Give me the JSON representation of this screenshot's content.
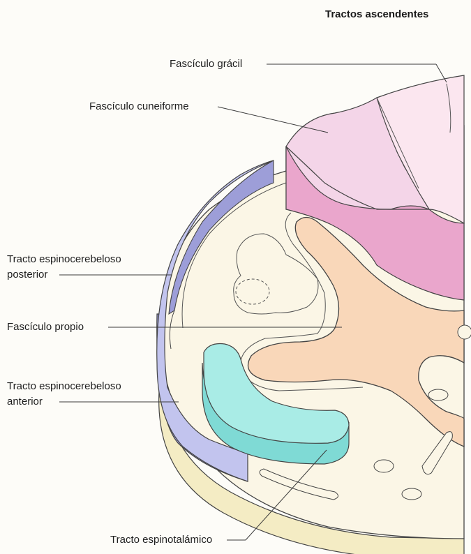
{
  "figure": {
    "title": "Tractos ascendentes",
    "labels": {
      "fasciculo_gracil": "Fascículo grácil",
      "fasciculo_cuneiforme": "Fascículo cuneiforme",
      "tracto_espinocerebeloso_posterior_line1": "Tracto espinocerebeloso",
      "tracto_espinocerebeloso_posterior_line2": "posterior",
      "fasciculo_propio": "Fascículo propio",
      "tracto_espinocerebeloso_anterior_line1": "Tracto espinocerebeloso",
      "tracto_espinocerebeloso_anterior_line2": "anterior",
      "tracto_espinotalamico": "Tracto espinotalámico"
    }
  },
  "colors": {
    "background": "#fdfcf8",
    "cord_base": "#f4ecc4",
    "white_matter": "#fbf6e6",
    "gray_matter": "#f9d7b9",
    "gracil": "#fbe6ef",
    "cuneiforme": "#f4d5e8",
    "dorsal_side": "#eaa6cc",
    "posterior_spinocerebellar": "#c2c4ee",
    "posterior_spinocerebellar_side": "#9d9ed8",
    "anterior_spinocerebellar": "#cbc7ef",
    "spinothalamic": "#a9ece6",
    "spinothalamic_side": "#7fdad5",
    "leader_line": "#3a3a3a"
  }
}
